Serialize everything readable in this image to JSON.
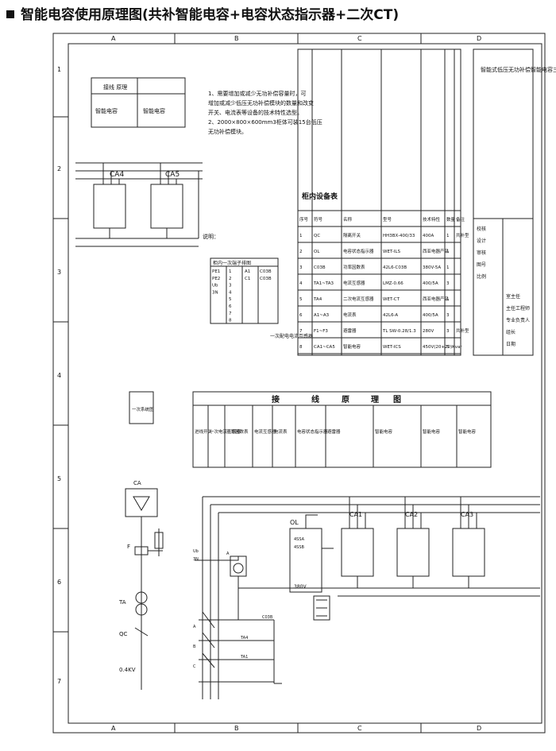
{
  "title": "智能电容使用原理图(共补智能电容+电容状态指示器+二次CT)",
  "border": {
    "side_nums": [
      "1",
      "2",
      "3",
      "4",
      "5",
      "6",
      "7"
    ],
    "letters": [
      "A",
      "B",
      "C",
      "D"
    ]
  },
  "notes": {
    "heading": "说明：",
    "lines": [
      "1、需要增加或减少无功补偿容量时，可",
      "增加或减少低压无功补偿模块的数量和改变",
      "开关、电流表等设备的技术特性选型。",
      "2、2000×800×600mm3柜体可装15台低压",
      "无功补偿模块。"
    ]
  },
  "terminal_table": {
    "title": "柜内一次端子排图",
    "rows": [
      [
        "PE1",
        "1",
        "A1",
        "C03B"
      ],
      [
        "PE2",
        "2",
        "C1",
        "C03B"
      ],
      [
        "Ub",
        "3",
        "",
        ""
      ],
      [
        "3N",
        "4",
        "",
        ""
      ],
      [
        "",
        "5",
        "",
        ""
      ],
      [
        "",
        "6",
        "",
        ""
      ],
      [
        "",
        "7",
        "",
        ""
      ],
      [
        "",
        "8",
        "",
        ""
      ]
    ],
    "footer": "一次配电电流互感器"
  },
  "small_box": {
    "row1": "接线 原理",
    "row2a": "智能电容",
    "row2b": "智能电容"
  },
  "equipment": {
    "title": "柜内设备表",
    "headers": [
      "序号",
      "符号",
      "名称",
      "型号",
      "技术特性",
      "数量",
      "备注"
    ],
    "rows": [
      [
        "1",
        "QC",
        "隔离开关",
        "HH3BX-400/33",
        "400A",
        "1",
        "共补型"
      ],
      [
        "2",
        "OL",
        "电容状态指示器",
        "WET-ILS",
        "西亚电器产品",
        "1",
        ""
      ],
      [
        "3",
        "C03B",
        "功率因数表",
        "42L6-C03B",
        "380V-5A",
        "1",
        ""
      ],
      [
        "4",
        "TA1~TA3",
        "电流互感器",
        "LMZ-0.66",
        "400/5A",
        "3",
        ""
      ],
      [
        "5",
        "TA4",
        "二次电流互感器",
        "WET-CT",
        "西亚电器产品",
        "1",
        ""
      ],
      [
        "6",
        "A1~A3",
        "电流表",
        "42L6-A",
        "400/5A",
        "3",
        ""
      ],
      [
        "7",
        "F1~F3",
        "避雷器",
        "TL SW-0.28/1.3",
        "280V",
        "3",
        "共补型"
      ],
      [
        "8",
        "CA1~CA5",
        "智能电容",
        "WET-ICS",
        "450V(20+20)Kvar",
        "5",
        ""
      ]
    ]
  },
  "title_block": {
    "desc": "智能式低压无功补偿智能电容三相共补优化结构图应用(电容状态指示器)",
    "left_labels": [
      "室主任",
      "主任工程师",
      "专业负责人",
      "组长",
      "日期"
    ],
    "mid_labels": [
      "校核",
      "设计",
      "审核",
      "图号",
      "比例"
    ]
  },
  "wiring": {
    "title_chars": [
      "接",
      "线",
      "原",
      "理",
      "图"
    ],
    "cells": [
      "进线开关",
      "一次电流互感器",
      "功率因数表",
      "电流互感器",
      "电流表",
      "电容状态指示器",
      "避雷器",
      "智能电容",
      "智能电容",
      "智能电容"
    ],
    "left_cell": "一次系统图"
  },
  "schematic": {
    "voltage": "0.4KV",
    "qc": "QC",
    "ta": "TA",
    "f": "F",
    "ca": "CA",
    "ol": "OL",
    "vol380": "380V",
    "ol_a": "4SSA",
    "ol_b": "4SSB",
    "ca_top": [
      "CA4",
      "CA5"
    ],
    "ca_bot": [
      "CA1",
      "CA2",
      "CA3"
    ],
    "ta_labels": [
      "TA4",
      "TA1"
    ],
    "ab": [
      "A",
      "B",
      "C"
    ],
    "ub": "Ub",
    "n3": "3N",
    "a": "A",
    "c03b": "C03B"
  }
}
